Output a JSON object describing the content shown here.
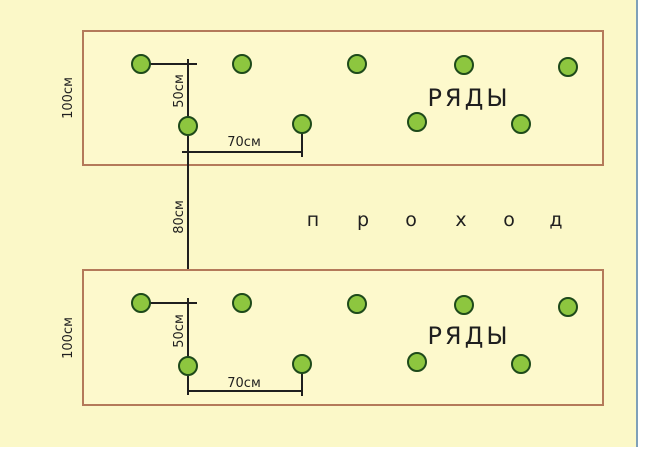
{
  "colors": {
    "background": "#fbf8c8",
    "bed_fill": "#fdf9cc",
    "bed_border": "#b47a5a",
    "plant_fill": "#8dc63f",
    "plant_stroke": "#1e4a1a",
    "line": "#1f1f1f",
    "frame": "#7fa0b8"
  },
  "beds": [
    {
      "width_label": "100см",
      "rows_label": "РЯДЫ",
      "row_spacing_label": "50см",
      "plant_spacing_label": "70см"
    },
    {
      "width_label": "100см",
      "rows_label": "РЯДЫ",
      "row_spacing_label": "50см",
      "plant_spacing_label": "70см"
    }
  ],
  "passage": {
    "letters": [
      "п",
      "р",
      "о",
      "х",
      "о",
      "д"
    ],
    "width_label": "80см"
  }
}
